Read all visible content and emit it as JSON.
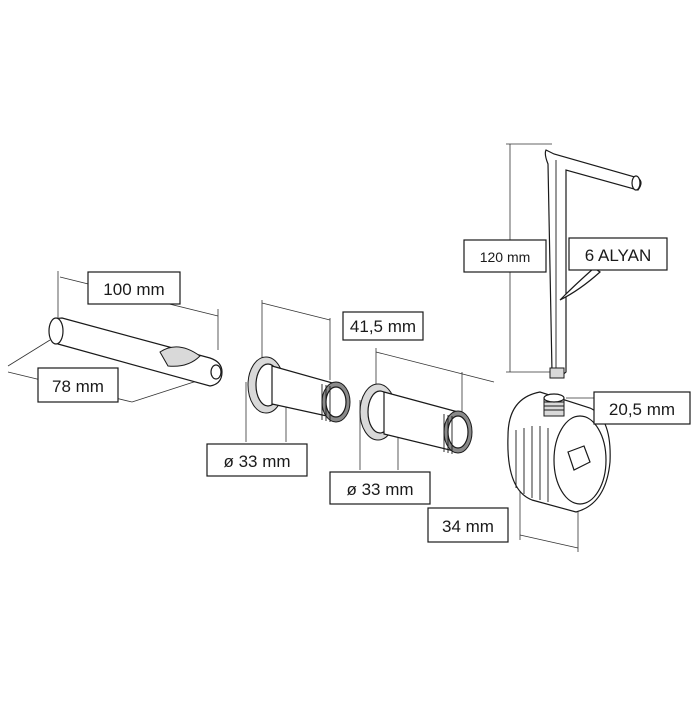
{
  "labels": {
    "pin_length": "100 mm",
    "pin_depth": "78 mm",
    "bush_length": "41,5 mm",
    "bush1_diameter": "ø 33 mm",
    "bush2_diameter": "ø 33 mm",
    "key_length": "120 mm",
    "key_name": "6 ALYAN",
    "cam_height": "20,5 mm",
    "cam_width": "34 mm"
  }
}
